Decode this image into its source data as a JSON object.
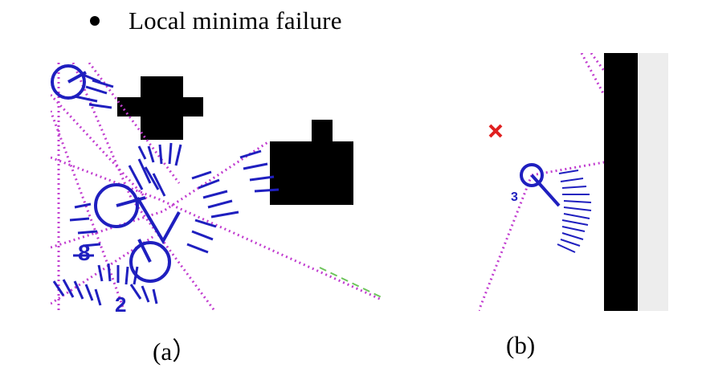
{
  "bullet": {
    "text": "Local minima failure"
  },
  "panels": {
    "a": {
      "caption": "(a）",
      "labels": [
        "8",
        "2"
      ]
    },
    "b": {
      "caption": "(b)",
      "labels": [
        "3"
      ]
    }
  },
  "colors": {
    "robot_blue": "#1f1fbf",
    "path_magenta": "#c23fd0",
    "obstacle": "#000000",
    "goal_red": "#e02020",
    "trail_green": "#6cc45a",
    "wall_gray": "#ededed"
  }
}
